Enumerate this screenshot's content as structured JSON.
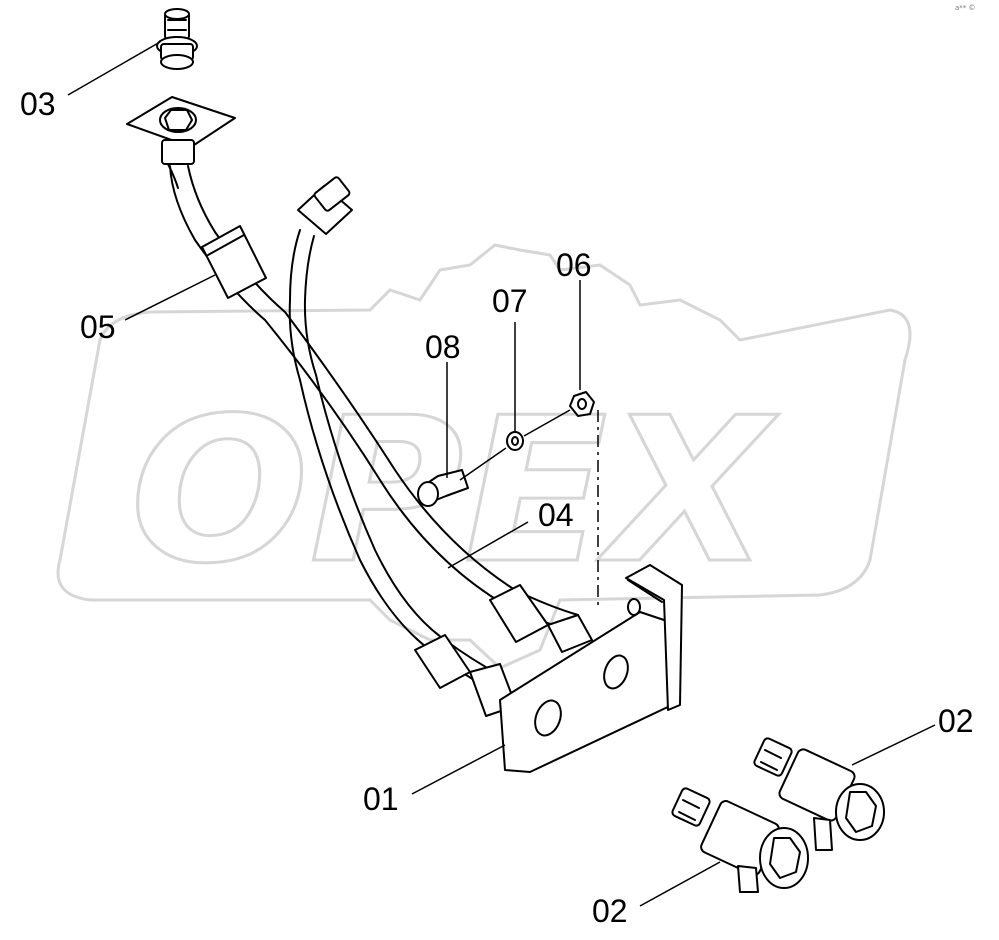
{
  "watermark": {
    "text": "OPEX"
  },
  "corner_mark": "a** ©",
  "callouts": {
    "p01": "01",
    "p02a": "02",
    "p02b": "02",
    "p03": "03",
    "p04": "04",
    "p05": "05",
    "p06": "06",
    "p07": "07",
    "p08": "08"
  }
}
